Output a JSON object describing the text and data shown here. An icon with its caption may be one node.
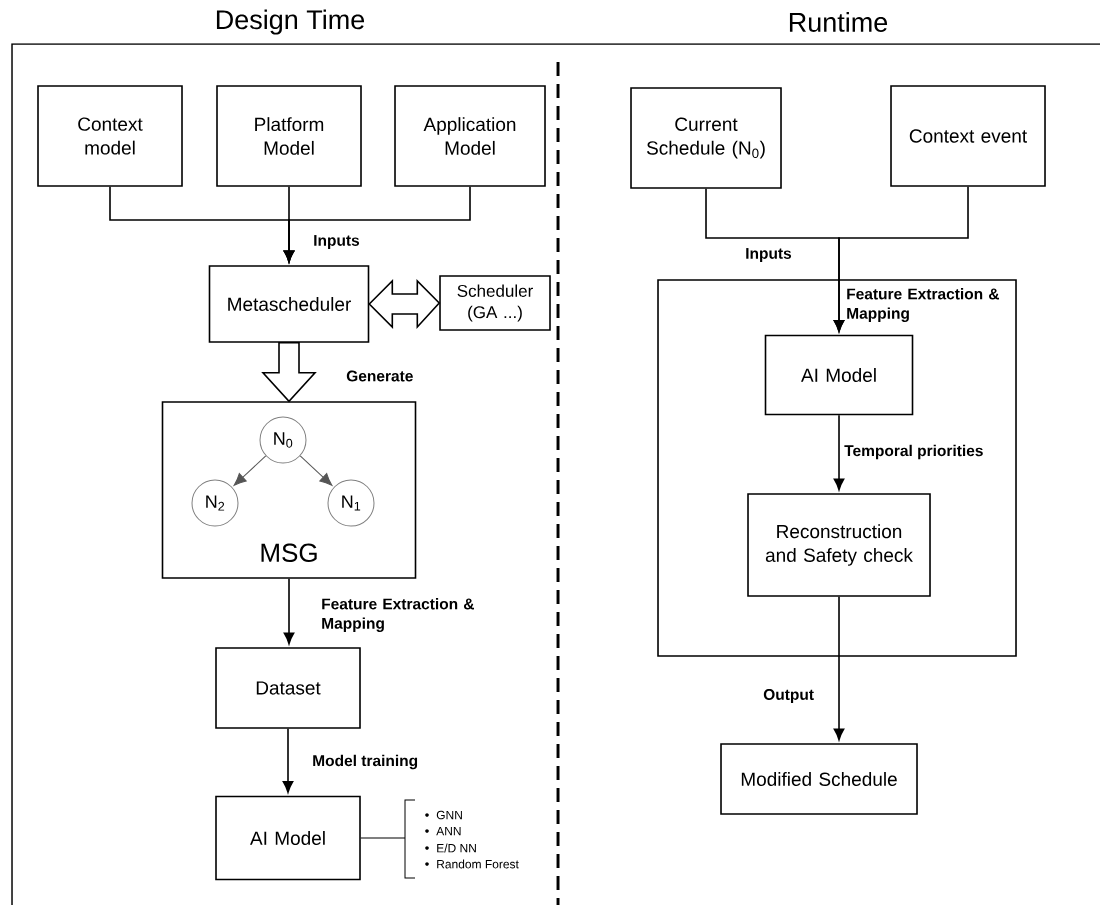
{
  "diagram": {
    "nodes": [
      {
        "text": [
          "Context model"
        ]
      },
      {
        "text": [
          "Platform Model"
        ]
      },
      {
        "text": [
          "Application Model"
        ]
      },
      {
        "text": [
          "Metascheduler"
        ]
      },
      {
        "text": [
          "Scheduler (GA ...)"
        ]
      },
      {
        "text": [
          "MSG"
        ]
      },
      {
        "text": [
          "N$_{0}$"
        ],
        "in": 5
      },
      {
        "text": [
          "N$_{2}$"
        ],
        "in": 5
      },
      {
        "text": [
          "N$_{1}$"
        ],
        "in": 5
      },
      {
        "text": [
          "Dataset"
        ]
      },
      {
        "text": [
          "AI Model"
        ]
      },
      {
        "text": [
          "Current Schedule (N$_{0}$)"
        ]
      },
      {
        "text": [
          "Context event"
        ]
      },
      {
        "text": [],
        "shape": "box"
      },
      {
        "text": [
          "AI Model"
        ],
        "in": 13
      },
      {
        "text": [
          "Reconstruction and Safety check"
        ],
        "in": 13
      },
      {
        "text": [
          "Modified Schedule"
        ]
      }
    ],
    "edges": [
      {
        "from": 0,
        "to": 3,
        "arrow": "to",
        "label": "Inputs"
      },
      {
        "from": 1,
        "to": 3,
        "arrow": "to"
      },
      {
        "from": 2,
        "to": 3,
        "arrow": "to"
      },
      {
        "from": 3,
        "to": 4,
        "arrow": "both",
        "style": "thick"
      },
      {
        "from": 3,
        "to": 5,
        "arrow": "to",
        "style": "thick",
        "label": "Generate"
      },
      {
        "from": 6,
        "to": 7,
        "arrow": "to",
        "color": "#555555"
      },
      {
        "from": 6,
        "to": 8,
        "arrow": "to",
        "color": "#555555"
      },
      {
        "from": 5,
        "to": 9,
        "arrow": "to",
        "label": "Feature Extraction & Mapping"
      },
      {
        "from": 9,
        "to": 10,
        "arrow": "to",
        "label": "Model training"
      },
      {
        "from": 11,
        "to": 14,
        "arrow": "to",
        "label": "Inputs"
      },
      {
        "from": 12,
        "to": 14,
        "arrow": "to",
        "label": "Feature Extraction & Mapping"
      },
      {
        "from": 14,
        "to": 15,
        "arrow": "to",
        "label": "Temporal priorities"
      },
      {
        "from": 15,
        "to": 16,
        "arrow": "to",
        "label": "Output"
      }
    ],
    "labels": [
      "Design Time",
      "Runtime",
      "GNN",
      "ANN",
      "E/D NN",
      "Random Forest"
    ]
  }
}
